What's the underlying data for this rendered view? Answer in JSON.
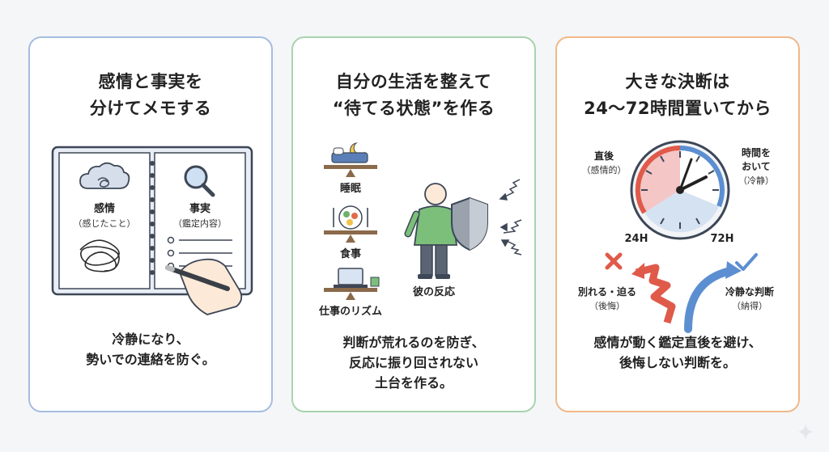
{
  "cards": [
    {
      "title_lines": [
        "感情と事実を",
        "分けてメモする"
      ],
      "left_page": {
        "label": "感情",
        "sub": "（感じたこと）"
      },
      "right_page": {
        "label": "事実",
        "sub": "（鑑定内容）"
      },
      "caption_lines": [
        "冷静になり、",
        "勢いでの連絡を防ぐ。"
      ],
      "accent": "#a5bde0"
    },
    {
      "title_lines": [
        "自分の生活を整えて",
        "“待てる状態”を作る"
      ],
      "items": [
        "睡眠",
        "食事",
        "仕事のリズム"
      ],
      "figure_label": "彼の反応",
      "caption_lines": [
        "判断が荒れるのを防ぎ、",
        "反応に振り回されない",
        "土台を作る。"
      ],
      "accent": "#a9d3ad"
    },
    {
      "title_lines": [
        "大きな決断は",
        "24〜72時間置いてから"
      ],
      "clock": {
        "left_label": [
          "直後",
          "（感情的）"
        ],
        "right_label": [
          "時間を",
          "おいて",
          "（冷静）"
        ],
        "tick_24": "24H",
        "tick_72": "72H"
      },
      "bad_label": [
        "別れる・迫る",
        "（後悔）"
      ],
      "good_label": [
        "冷静な判断",
        "（納得）"
      ],
      "caption_lines": [
        "感情が動く鑑定直後を避け、",
        "後悔しない判断を。"
      ],
      "accent": "#f1b888"
    }
  ],
  "icons": [
    "cloud-scribble-icon",
    "magnifier-icon",
    "pen-hand-icon",
    "moon-bed-icon",
    "meal-icon",
    "laptop-icon",
    "shield-icon",
    "clock-icon",
    "x-mark-icon",
    "check-mark-icon"
  ]
}
